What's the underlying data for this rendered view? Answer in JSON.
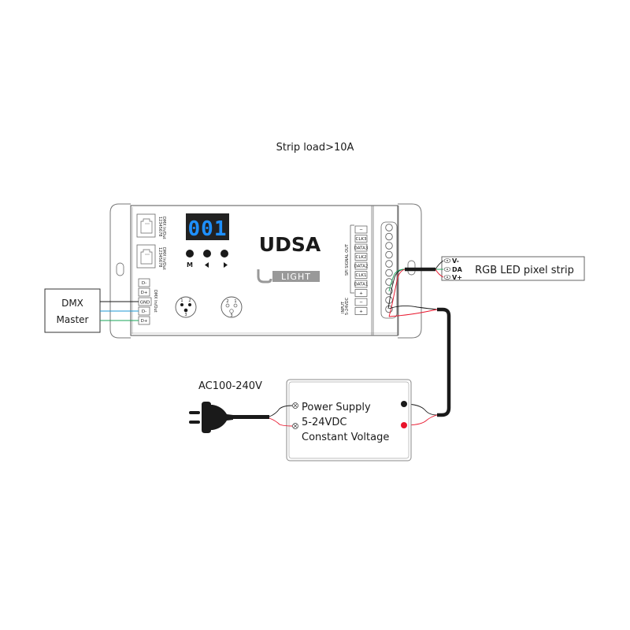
{
  "title": "Strip load>10A",
  "controller": {
    "model": "UDSA",
    "brand": "ULIGHT",
    "brand_initial": "U",
    "brand_rest": "LIGHT",
    "display_value": "001",
    "display_color": "#1e90ff",
    "buttons": [
      {
        "label": "M"
      },
      {
        "label": "◀"
      },
      {
        "label": "▶"
      }
    ],
    "rj45_ports": [
      {
        "label": "DMX In/Out",
        "pins": "12345678"
      },
      {
        "label": "DMX In/Out",
        "pins": "12345678"
      }
    ],
    "dmx_terminals": {
      "group_label": "DMX In/Out",
      "labels": [
        "D-",
        "D+",
        "GND",
        "D-",
        "D+"
      ]
    },
    "xlr_connectors": [
      {
        "type": "male",
        "pins": [
          "1",
          "2",
          "3"
        ]
      },
      {
        "type": "female",
        "pins": [
          "2",
          "1",
          "3"
        ]
      }
    ],
    "spi_terminals": {
      "group_label": "SPI SIGNAL OUT",
      "labels": [
        "−",
        "CLK3",
        "DATA3",
        "CLK2",
        "DATA2",
        "CLK1",
        "DATA1",
        "+"
      ]
    },
    "input_terminals": {
      "group_label": "INPUT 5-24VDC",
      "labels": [
        "−",
        "+"
      ]
    }
  },
  "dmx_master": {
    "line1": "DMX",
    "line2": "Master"
  },
  "led_strip": {
    "label": "RGB LED pixel strip",
    "pins": [
      "V-",
      "DA",
      "V+"
    ]
  },
  "power_supply": {
    "ac_label": "AC100-240V",
    "line1": "Power Supply",
    "line2": "5-24VDC",
    "line3": "Constant Voltage"
  },
  "wire_colors": {
    "black": "#1a1a1a",
    "red": "#e8132a",
    "green": "#1aa55a",
    "blue": "#1e9ad6"
  }
}
